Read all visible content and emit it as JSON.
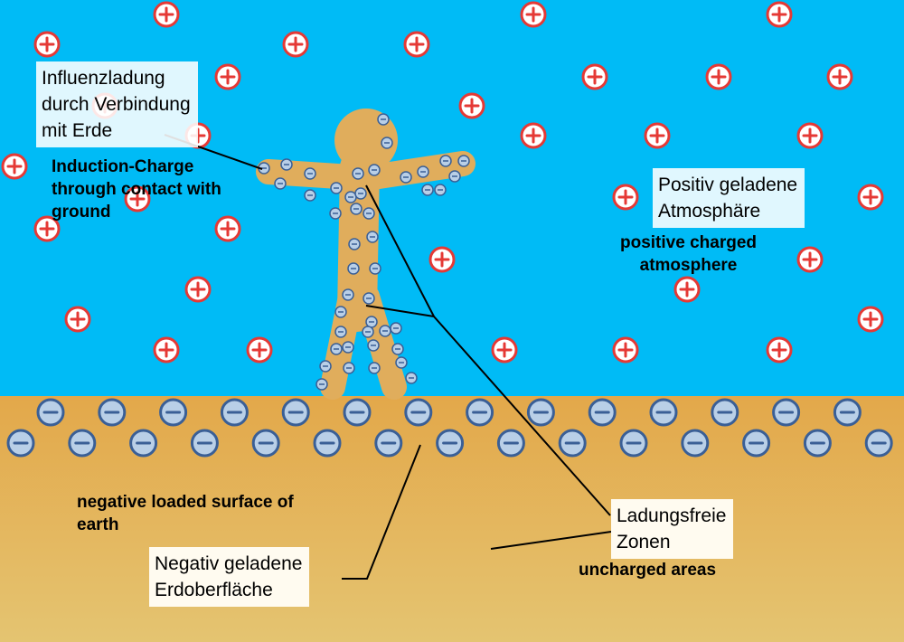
{
  "colors": {
    "sky": "#00bbf6",
    "ground_top": "#e3a84a",
    "ground_bottom": "#e4c471",
    "figure": "#e0ad5c",
    "plus_ring": "#e53935",
    "minus_fill": "#b9cfe7",
    "minus_ring": "#3a5f96"
  },
  "labels": {
    "influenz_de": "Influenzladung\ndurch Verbindung\nmit Erde",
    "induction_en": "Induction-Charge\nthrough contact with\nground",
    "positiv_de": "Positiv geladene\nAtmosphäre",
    "positive_en": "positive charged\natmosphere",
    "negative_en": "negative loaded surface of\nearth",
    "negativ_de": "Negativ geladene\nErdoberfläche",
    "ladungsfreie_de": "Ladungsfreie\nZonen",
    "uncharged_en": "uncharged areas"
  },
  "icons": {
    "positive_charge": "plus-charge-icon",
    "negative_charge": "minus-charge-icon"
  }
}
